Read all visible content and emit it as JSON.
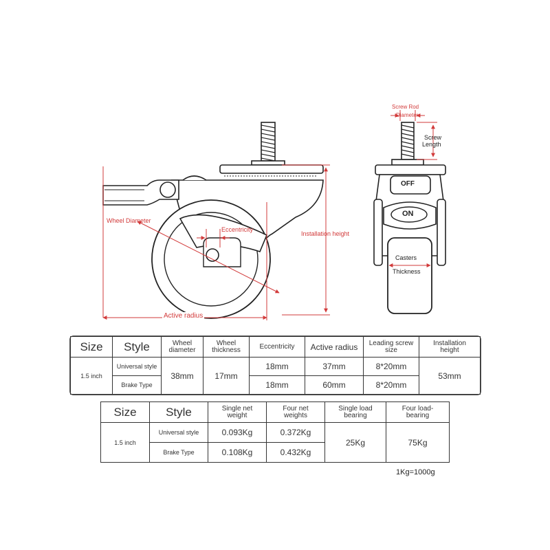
{
  "diagram": {
    "side_view_labels": {
      "wheel_diameter": "Wheel Diameter",
      "eccentricity": "Eccentricity",
      "installation_height": "Installation height",
      "active_radius": "Active radius"
    },
    "front_view_labels": {
      "screw_rod_diameter_line1": "Screw Rod",
      "screw_rod_diameter_line2": "Diameter",
      "screw_length_line1": "Screw",
      "screw_length_line2": "Length",
      "off_badge": "OFF",
      "on_badge": "ON",
      "casters_thickness_line1": "Casters",
      "casters_thickness_line2": "Thickness"
    },
    "colors": {
      "dimension_line": "#d23a3a",
      "outline": "#222222"
    }
  },
  "table1": {
    "headers": {
      "size": "Size",
      "style": "Style",
      "wheel_diameter": [
        "Wheel",
        "diameter"
      ],
      "wheel_thickness": [
        "Wheel",
        "thickness"
      ],
      "eccentricity": "Eccentricity",
      "active_radius": "Active radius",
      "leading_screw": [
        "Leading screw",
        "size"
      ],
      "installation_height": [
        "Installation",
        "height"
      ]
    },
    "size": "1.5 inch",
    "style_universal": "Universal style",
    "style_brake": "Brake Type",
    "wheel_diameter": "38mm",
    "wheel_thickness": "17mm",
    "rows": [
      {
        "eccentricity": "18mm",
        "active_radius": "37mm",
        "screw": "8*20mm"
      },
      {
        "eccentricity": "18mm",
        "active_radius": "60mm",
        "screw": "8*20mm"
      }
    ],
    "installation_height": "53mm"
  },
  "table2": {
    "headers": {
      "size": "Size",
      "style": "Style",
      "single_net": [
        "Single net",
        "weight"
      ],
      "four_net": [
        "Four net",
        "weights"
      ],
      "single_load": [
        "Single load",
        "bearing"
      ],
      "four_load": [
        "Four load-",
        "bearing"
      ]
    },
    "size": "1.5 inch",
    "rows": [
      {
        "style": "Universal style",
        "single_net": "0.093Kg",
        "four_net": "0.372Kg"
      },
      {
        "style": "Brake Type",
        "single_net": "0.108Kg",
        "four_net": "0.432Kg"
      }
    ],
    "single_load": "25Kg",
    "four_load": "75Kg",
    "note": "1Kg=1000g"
  }
}
